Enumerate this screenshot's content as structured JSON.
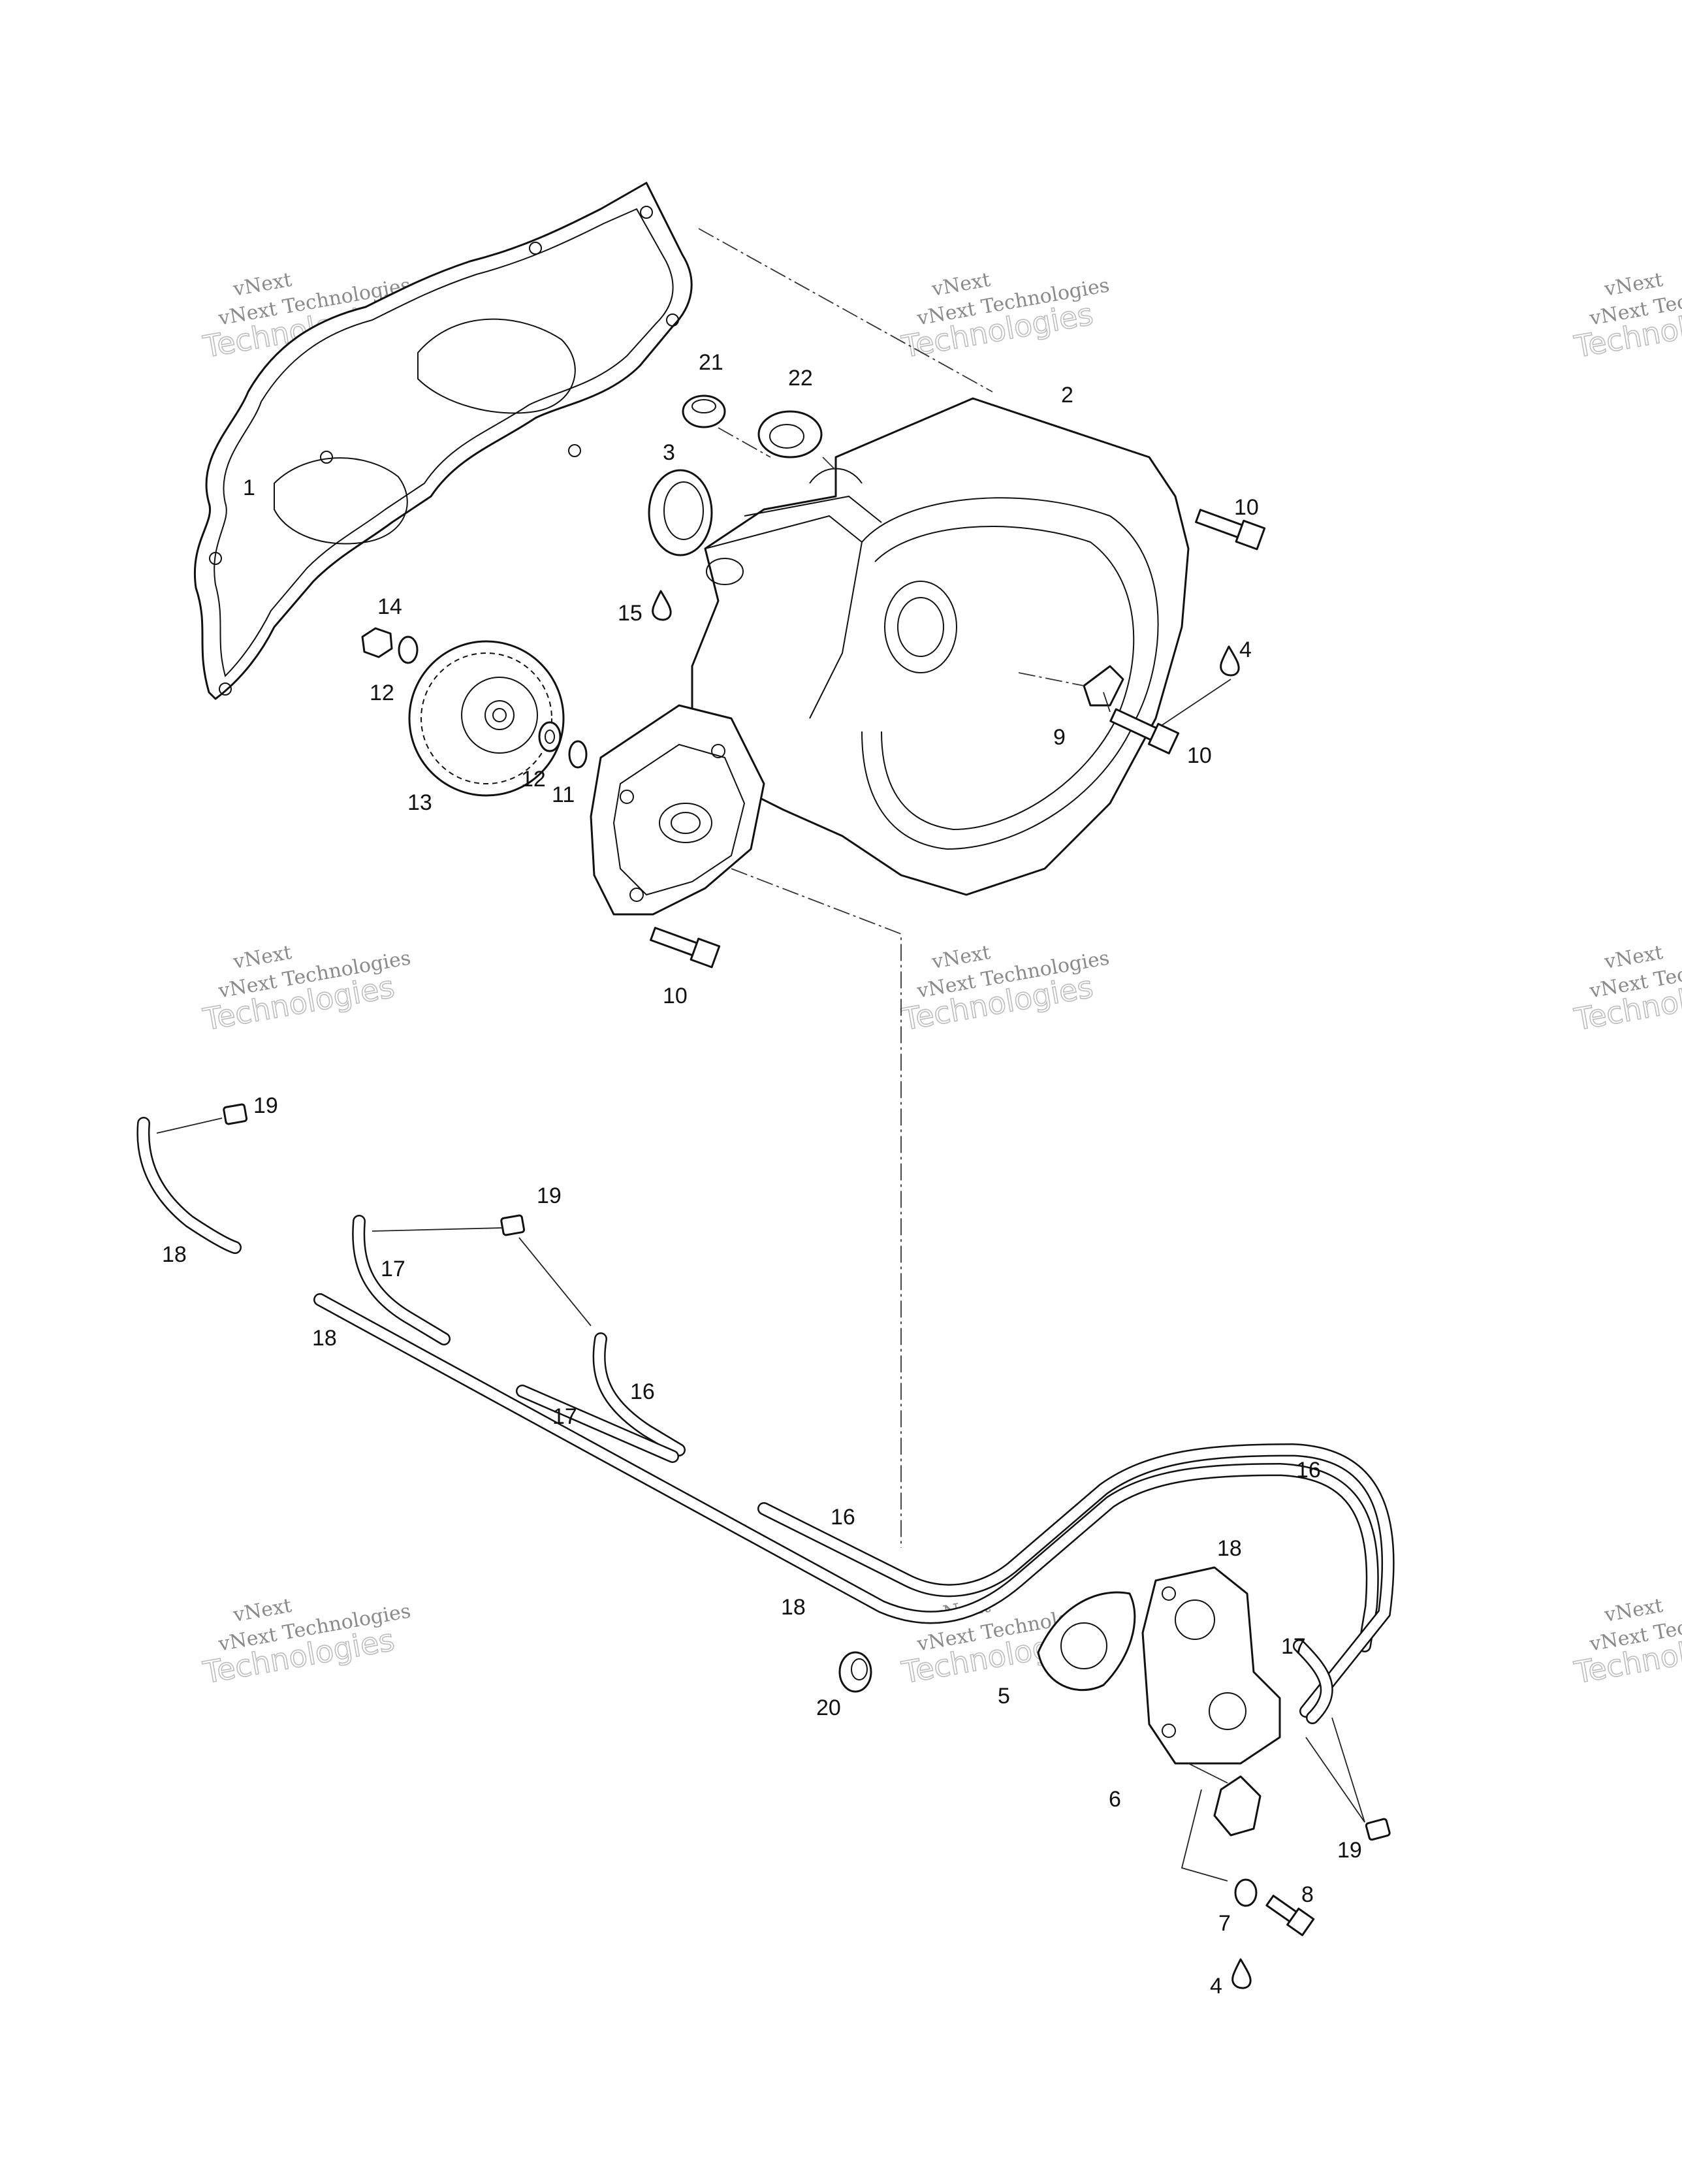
{
  "watermark": {
    "line1": "vNext",
    "line2": "vNext Technologies",
    "line3": "Technologies"
  },
  "callouts": {
    "c1": "1",
    "c2": "2",
    "c3": "3",
    "c4a": "4",
    "c4b": "4",
    "c5": "5",
    "c6": "6",
    "c7": "7",
    "c8": "8",
    "c9": "9",
    "c10a": "10",
    "c10b": "10",
    "c10c": "10",
    "c11": "11",
    "c12a": "12",
    "c12b": "12",
    "c13": "13",
    "c14": "14",
    "c15": "15",
    "c16a": "16",
    "c16b": "16",
    "c16c": "16",
    "c17a": "17",
    "c17b": "17",
    "c17c": "17",
    "c18a": "18",
    "c18b": "18",
    "c18c": "18",
    "c18d": "18",
    "c19a": "19",
    "c19b": "19",
    "c19c": "19",
    "c20": "20",
    "c21": "21",
    "c22": "22"
  }
}
